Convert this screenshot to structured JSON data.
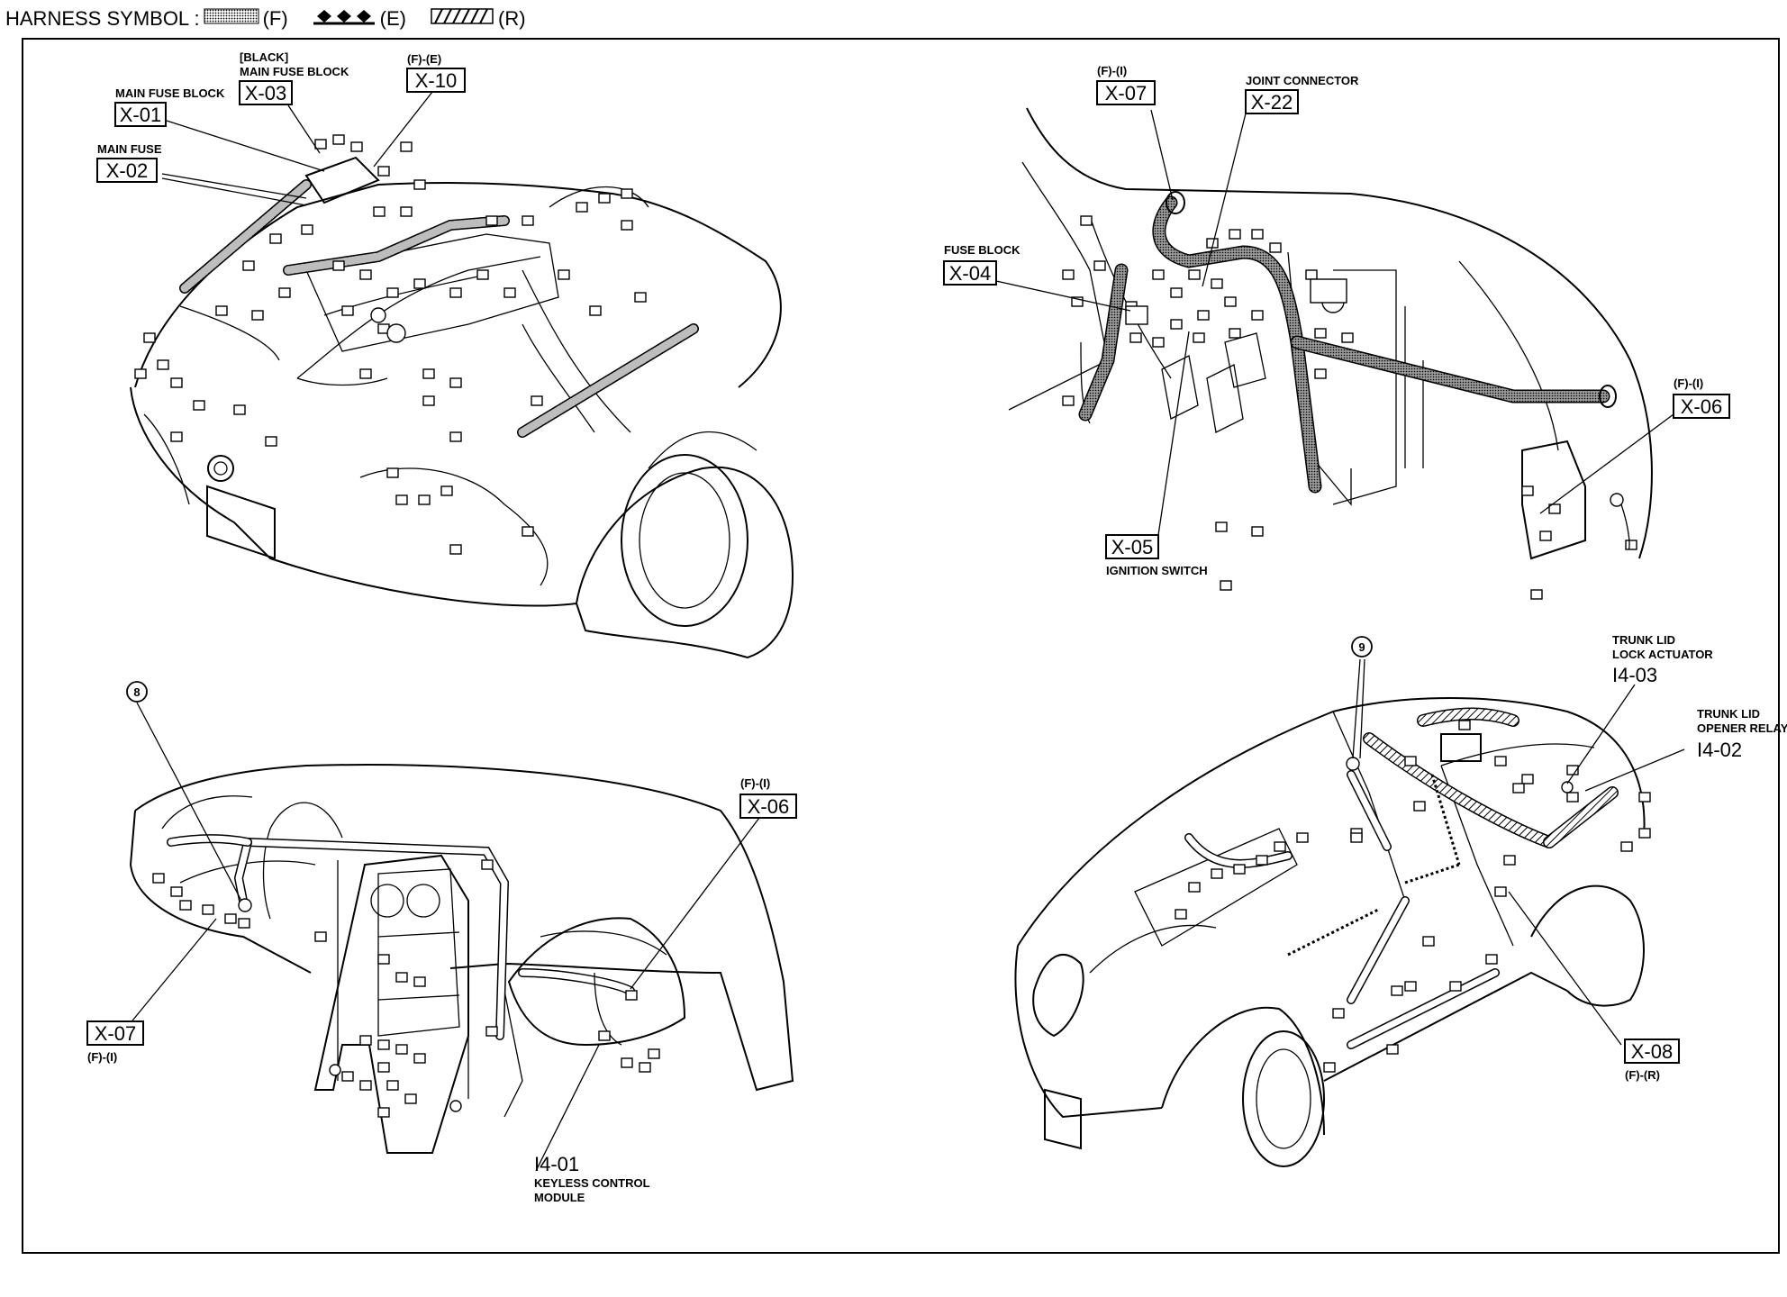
{
  "legend": {
    "prefix": "HARNESS SYMBOL :",
    "items": [
      {
        "symbol": "dotted-harness-icon",
        "text": "(F)"
      },
      {
        "symbol": "diamond-harness-icon",
        "text": "(E)"
      },
      {
        "symbol": "hatched-harness-icon",
        "text": "(R)"
      }
    ]
  },
  "panels": {
    "engine_bay": {
      "callouts": [
        {
          "code": "X-01",
          "desc": "MAIN FUSE BLOCK",
          "note": ""
        },
        {
          "code": "X-02",
          "desc": "MAIN FUSE",
          "note": ""
        },
        {
          "code": "X-03",
          "desc": "MAIN FUSE BLOCK",
          "note": "[BLACK]"
        },
        {
          "code": "X-10",
          "desc": "",
          "note": "(F)-(E)"
        }
      ]
    },
    "cabin": {
      "callouts": [
        {
          "code": "X-07",
          "desc": "",
          "note": "(F)-(I)"
        },
        {
          "code": "X-22",
          "desc": "JOINT CONNECTOR",
          "note": ""
        },
        {
          "code": "X-04",
          "desc": "FUSE BLOCK",
          "note": ""
        },
        {
          "code": "X-05",
          "desc": "IGNITION SWITCH",
          "note": ""
        },
        {
          "code": "X-06",
          "desc": "",
          "note": "(F)-(I)"
        }
      ]
    },
    "dashboard": {
      "circle": "8",
      "callouts": [
        {
          "code": "X-07",
          "desc": "",
          "note": "(F)-(I)"
        },
        {
          "code": "X-06",
          "desc": "",
          "note": "(F)-(I)"
        },
        {
          "code": "I4-01",
          "desc_lines": [
            "KEYLESS CONTROL",
            "MODULE"
          ]
        }
      ]
    },
    "rear_car": {
      "circle": "9",
      "callouts": [
        {
          "code": "I4-03",
          "desc_lines": [
            "TRUNK LID",
            "LOCK ACTUATOR"
          ]
        },
        {
          "code": "I4-02",
          "desc_lines": [
            "TRUNK LID",
            "OPENER RELAY"
          ]
        },
        {
          "code": "X-08",
          "desc": "",
          "note": "(F)-(R)"
        }
      ]
    }
  }
}
